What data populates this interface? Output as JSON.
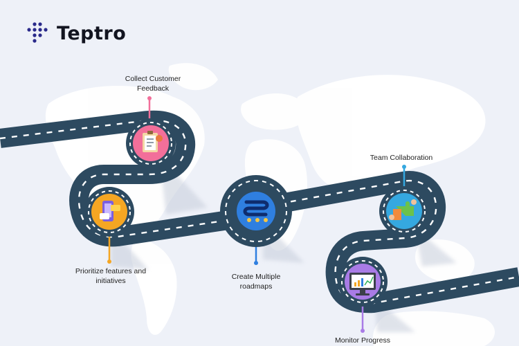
{
  "brand": {
    "name": "Teptro",
    "icon": "grid-dots-logo-icon"
  },
  "colors": {
    "background": "#eef1f8",
    "road": "#2d4a60",
    "map": "#ffffff",
    "brand_dots": "#2a2a8a"
  },
  "steps": [
    {
      "label": "Collect Customer Feedback",
      "icon": "clipboard-feedback-icon",
      "color": "#f26f9a"
    },
    {
      "label": "Prioritize features and initiatives",
      "icon": "checklist-phone-icon",
      "color": "#f5a623"
    },
    {
      "label": "Create Multiple roadmaps",
      "icon": "roadmap-path-icon",
      "color": "#2f7fe0"
    },
    {
      "label": "Team Collaboration",
      "icon": "puzzle-hands-icon",
      "color": "#35a8e0"
    },
    {
      "label": "Monitor Progress",
      "icon": "monitor-chart-icon",
      "color": "#a97be6"
    }
  ]
}
